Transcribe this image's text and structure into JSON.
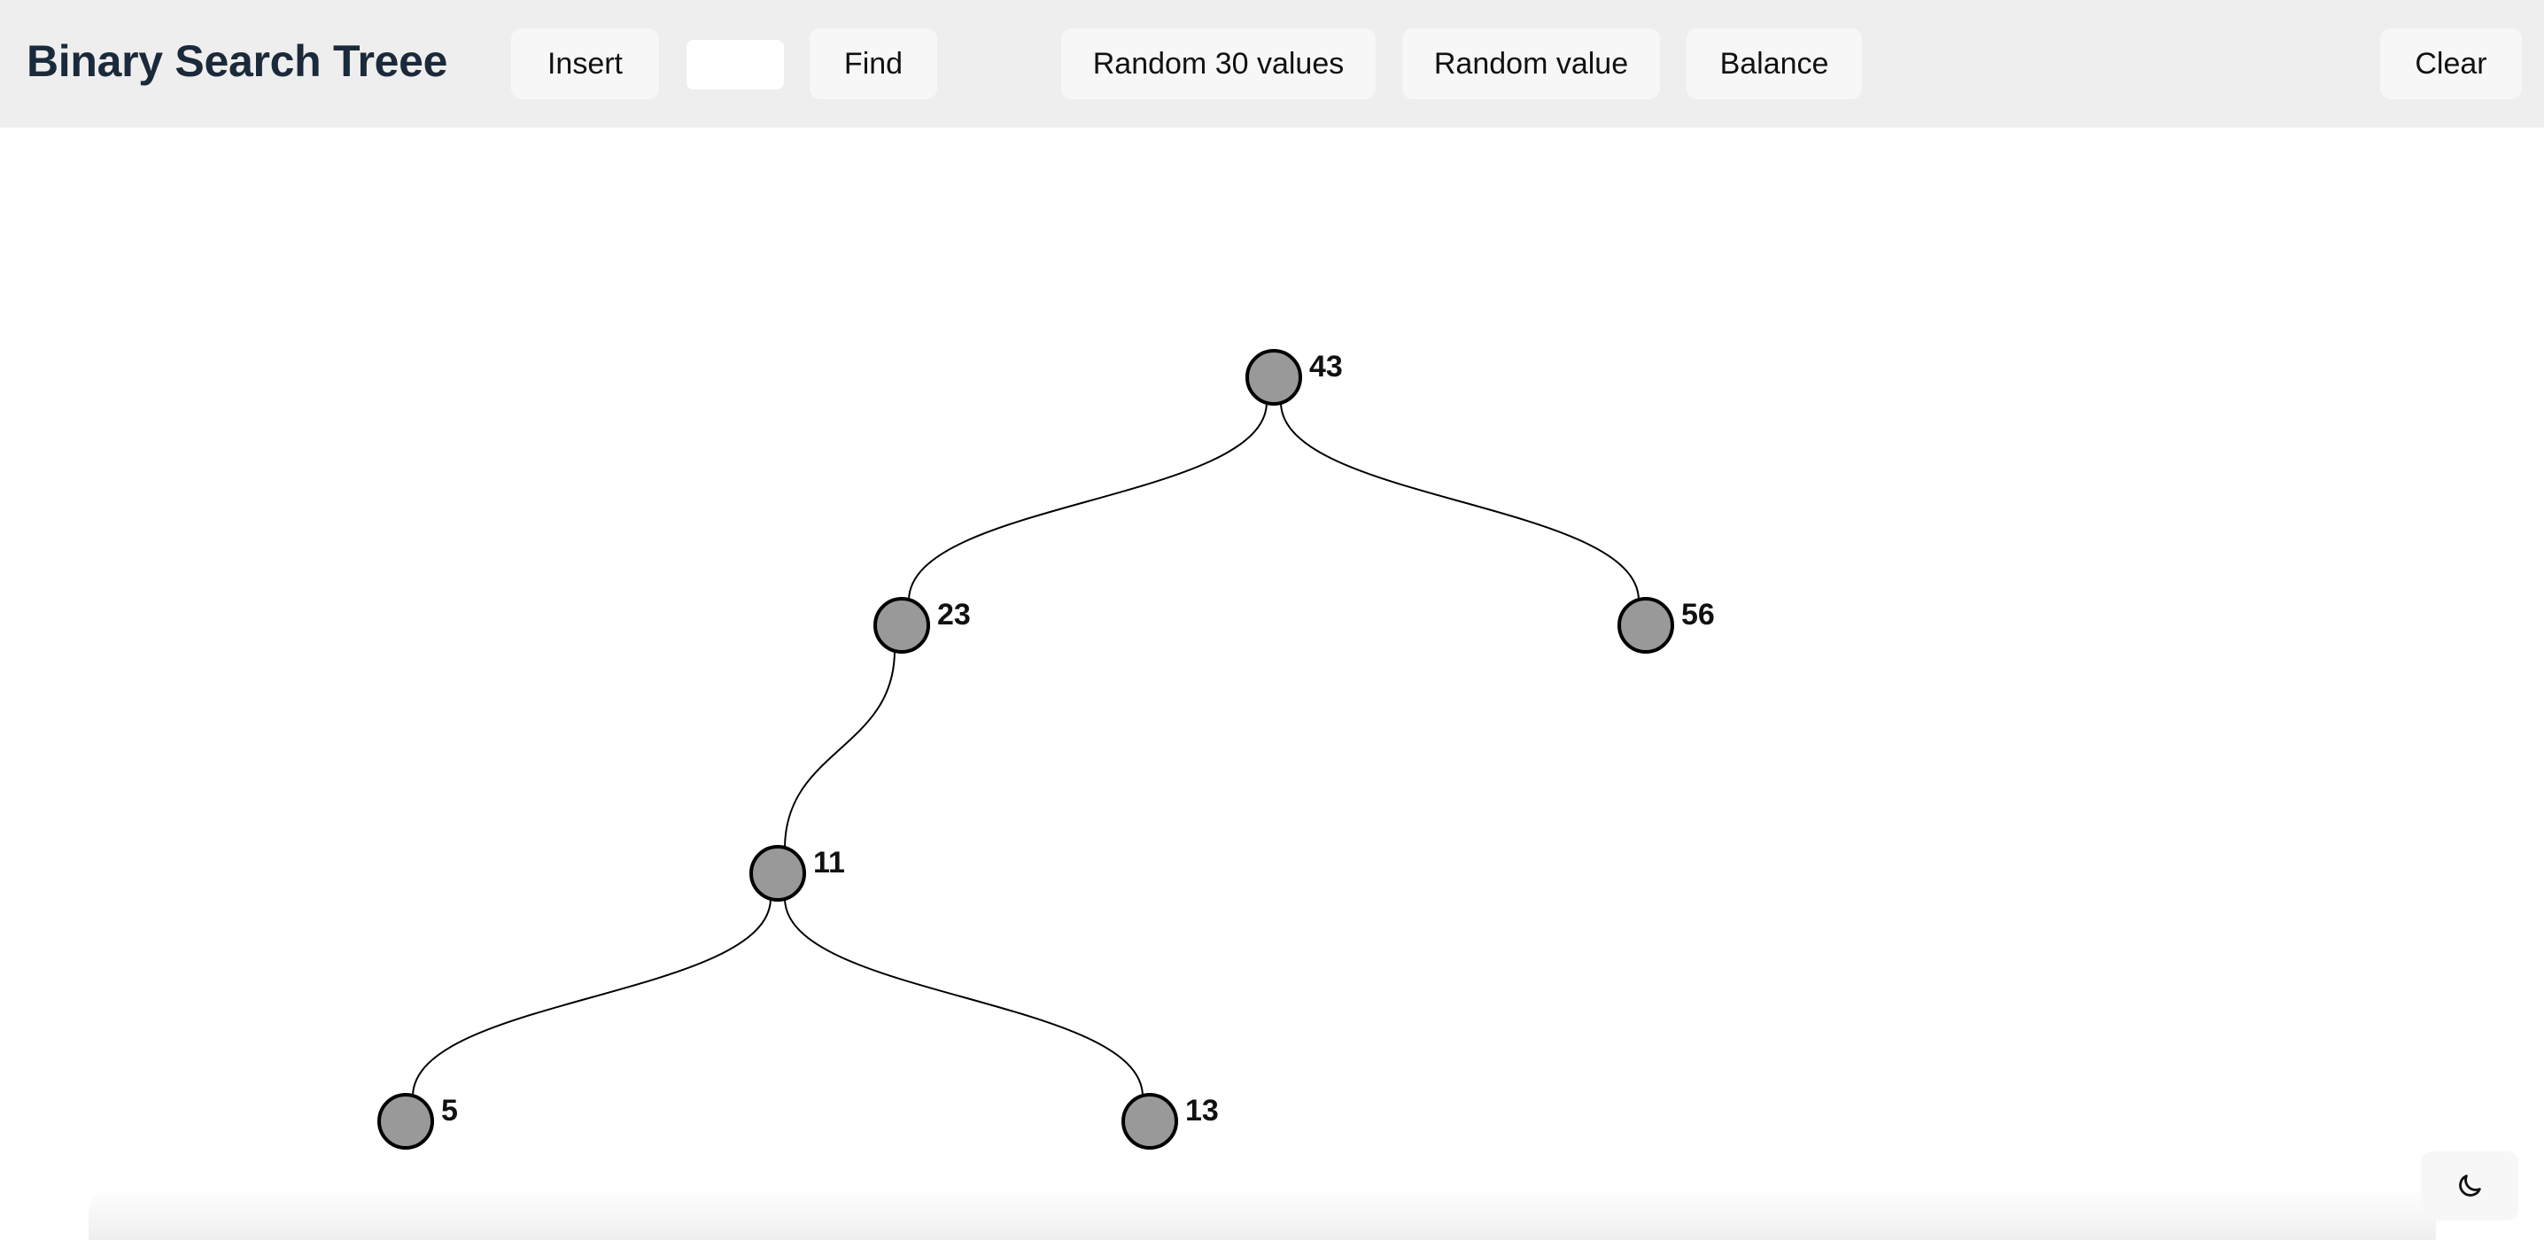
{
  "header": {
    "title": "Binary Search Treee",
    "insert_label": "Insert",
    "value_input": {
      "value": "",
      "placeholder": ""
    },
    "find_label": "Find",
    "random30_label": "Random 30 values",
    "random_value_label": "Random value",
    "balance_label": "Balance",
    "clear_label": "Clear"
  },
  "theme_toggle": {
    "icon": "moon-icon"
  },
  "tree": {
    "node_fill": "#999999",
    "node_stroke": "#000000",
    "root": 43,
    "nodes": [
      {
        "id": "n43",
        "value": "43",
        "parent": null
      },
      {
        "id": "n23",
        "value": "23",
        "parent": "n43"
      },
      {
        "id": "n56",
        "value": "56",
        "parent": "n43"
      },
      {
        "id": "n11",
        "value": "11",
        "parent": "n23"
      },
      {
        "id": "n5",
        "value": "5",
        "parent": "n11"
      },
      {
        "id": "n13",
        "value": "13",
        "parent": "n11"
      }
    ]
  }
}
